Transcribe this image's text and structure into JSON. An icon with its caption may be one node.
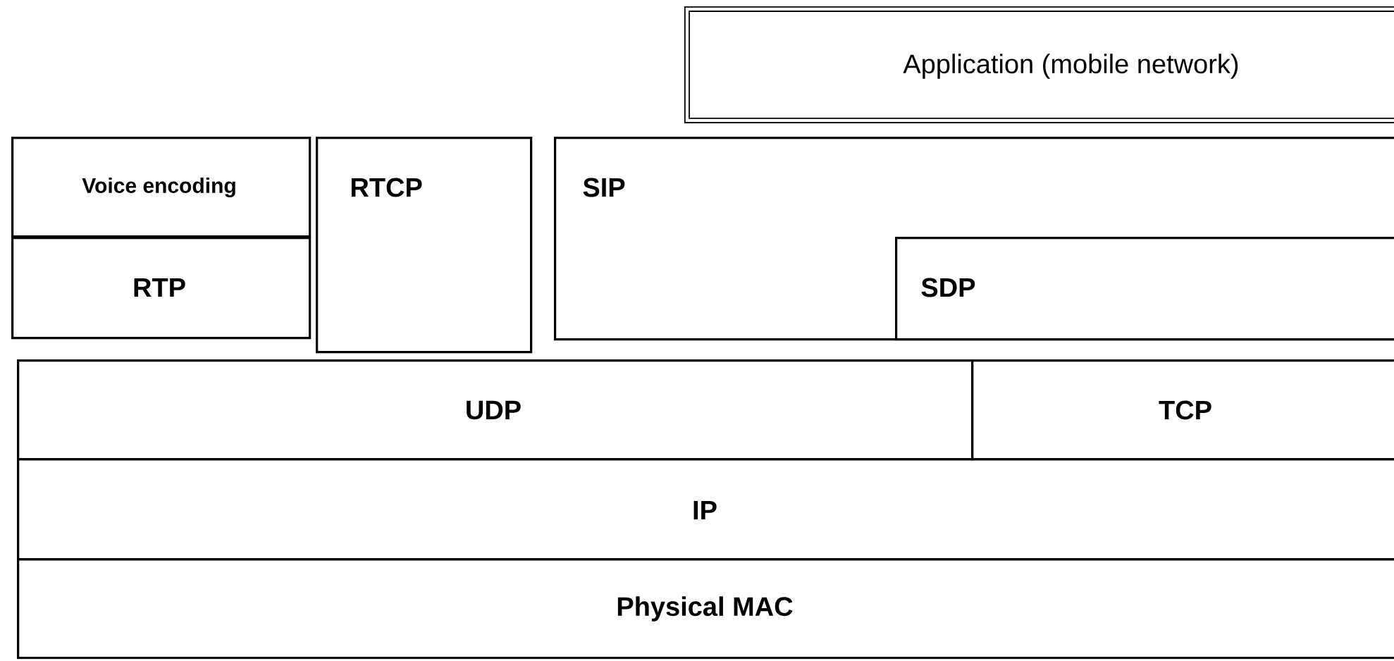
{
  "diagram": {
    "nodes": [
      {
        "text": [
          "Application (mobile network)"
        ]
      },
      {
        "text": [
          "Voice encoding"
        ]
      },
      {
        "text": [
          "RTP"
        ]
      },
      {
        "text": [
          "RTCP"
        ]
      },
      {
        "text": [
          "SIP"
        ]
      },
      {
        "text": [
          "SDP"
        ],
        "in": 4
      },
      {
        "text": [
          "UDP"
        ]
      },
      {
        "text": [
          "TCP"
        ]
      },
      {
        "text": [
          "IP"
        ]
      },
      {
        "text": [
          "Physical MAC"
        ]
      }
    ]
  }
}
